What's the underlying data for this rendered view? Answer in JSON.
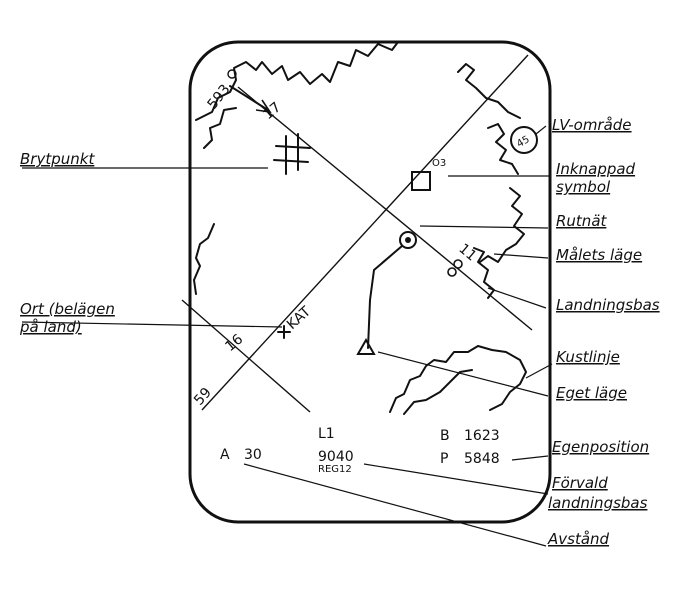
{
  "labels": {
    "lv_omrade": "LV-område",
    "brytpunkt": "Brytpunkt",
    "inknappad_1": "Inknappad",
    "inknappad_2": "symbol",
    "rutnat": "Rutnät",
    "malets_lage": "Målets läge",
    "ort_1": "Ort (belägen",
    "ort_2": "på land)",
    "landningsbas": "Landningsbas",
    "kustlinje": "Kustlinje",
    "eget_lage": "Eget läge",
    "egenposition": "Egenposition",
    "forvald_1": "Förvald",
    "forvald_2": "landningsbas",
    "avstand": "Avstånd"
  },
  "screen": {
    "grid_593": "593",
    "grid_17": "17",
    "grid_16": "16",
    "grid_59": "59",
    "grid_11": "11",
    "lv_value": "45",
    "symbol_code": "O3",
    "place_name": "KAT",
    "l1": "L1",
    "b_label": "B",
    "b_value": "1623",
    "p_label": "P",
    "p_value": "5848",
    "a_label": "A",
    "a_value": "30",
    "base_number": "9040",
    "base_reg": "REG12"
  }
}
